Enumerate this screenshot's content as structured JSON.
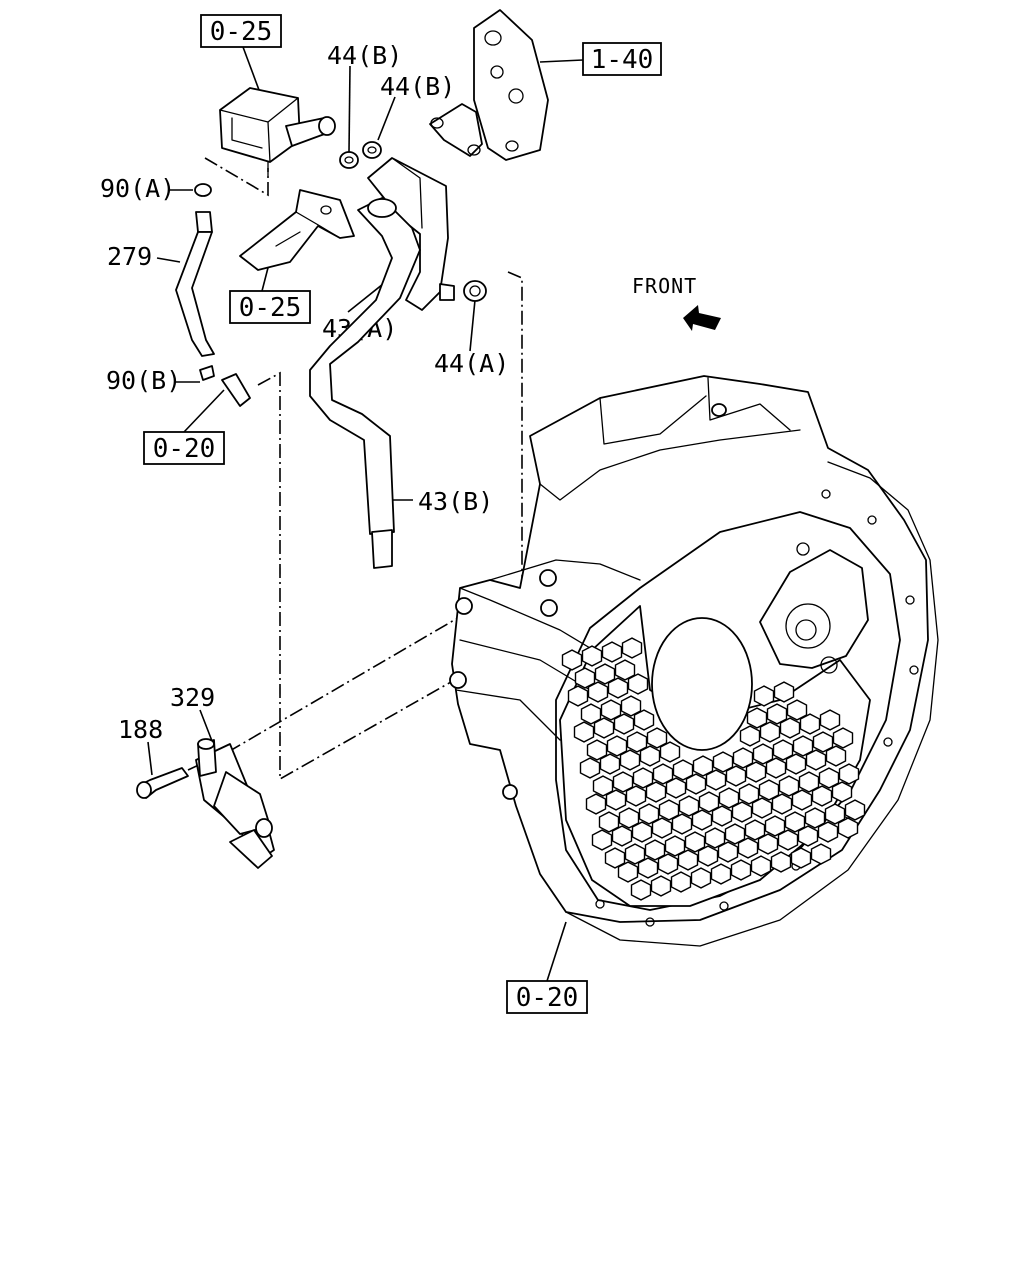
{
  "diagram": {
    "labels": {
      "ref_0_25_top": "0-25",
      "ref_0_25_bracket": "0-25",
      "ref_0_20_left": "0-20",
      "ref_0_20_bottom": "0-20",
      "ref_1_40": "1-40",
      "p44b_1": "44(B)",
      "p44b_2": "44(B)",
      "p44a": "44(A)",
      "p90a": "90(A)",
      "p90b": "90(B)",
      "p279": "279",
      "p43a": "43(A)",
      "p43b": "43(B)",
      "p329": "329",
      "p188": "188",
      "front": "FRONT"
    }
  }
}
